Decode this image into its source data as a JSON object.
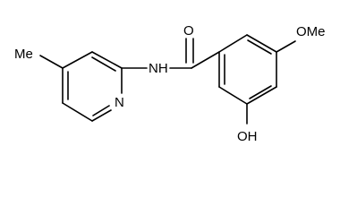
{
  "diagram": {
    "type": "chemical-structure",
    "atoms": {
      "oxygen_carbonyl": "O",
      "amide_nh": "NH",
      "pyridine_n": "N",
      "methyl": "Me",
      "hydroxy": "OH",
      "methoxy": "OMe"
    },
    "colors": {
      "bond": "#000000",
      "text": "#000000",
      "background": "#ffffff"
    }
  }
}
